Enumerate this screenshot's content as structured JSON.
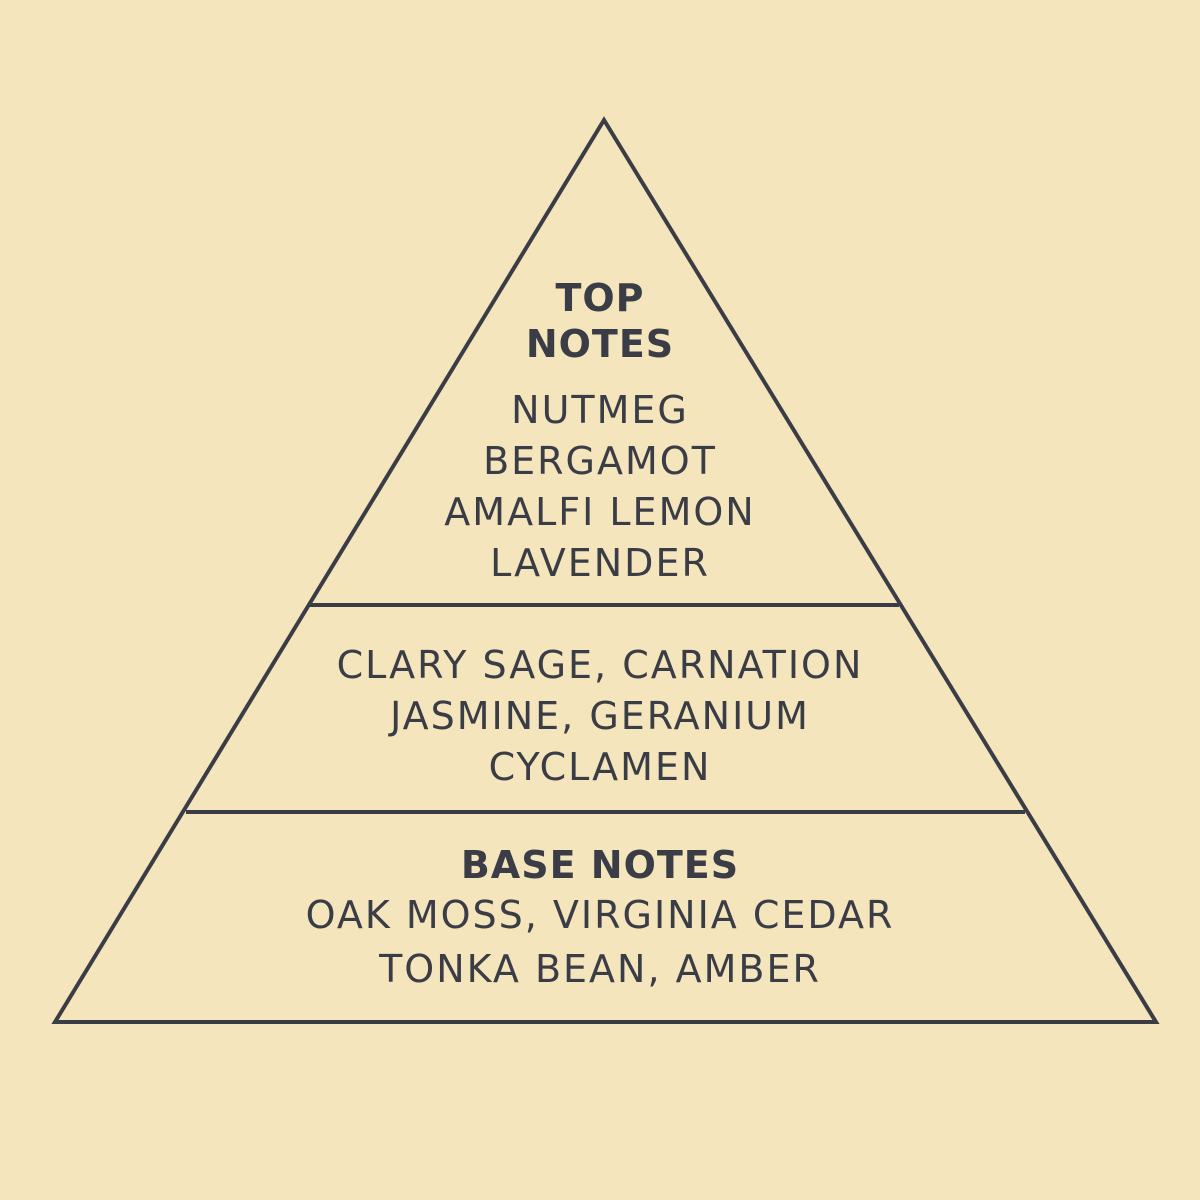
{
  "pyramid": {
    "top": {
      "heading_line1": "TOP",
      "heading_line2": "NOTES",
      "notes": [
        "NUTMEG",
        "BERGAMOT",
        "AMALFI LEMON",
        "LAVENDER"
      ]
    },
    "middle": {
      "notes": [
        "CLARY SAGE, CARNATION",
        "JASMINE, GERANIUM",
        "CYCLAMEN"
      ]
    },
    "base": {
      "heading": "BASE NOTES",
      "notes": [
        "OAK MOSS, VIRGINIA CEDAR",
        "TONKA BEAN, AMBER"
      ]
    }
  },
  "colors": {
    "background": "#f5e5bd",
    "ink": "#3a3d45"
  }
}
